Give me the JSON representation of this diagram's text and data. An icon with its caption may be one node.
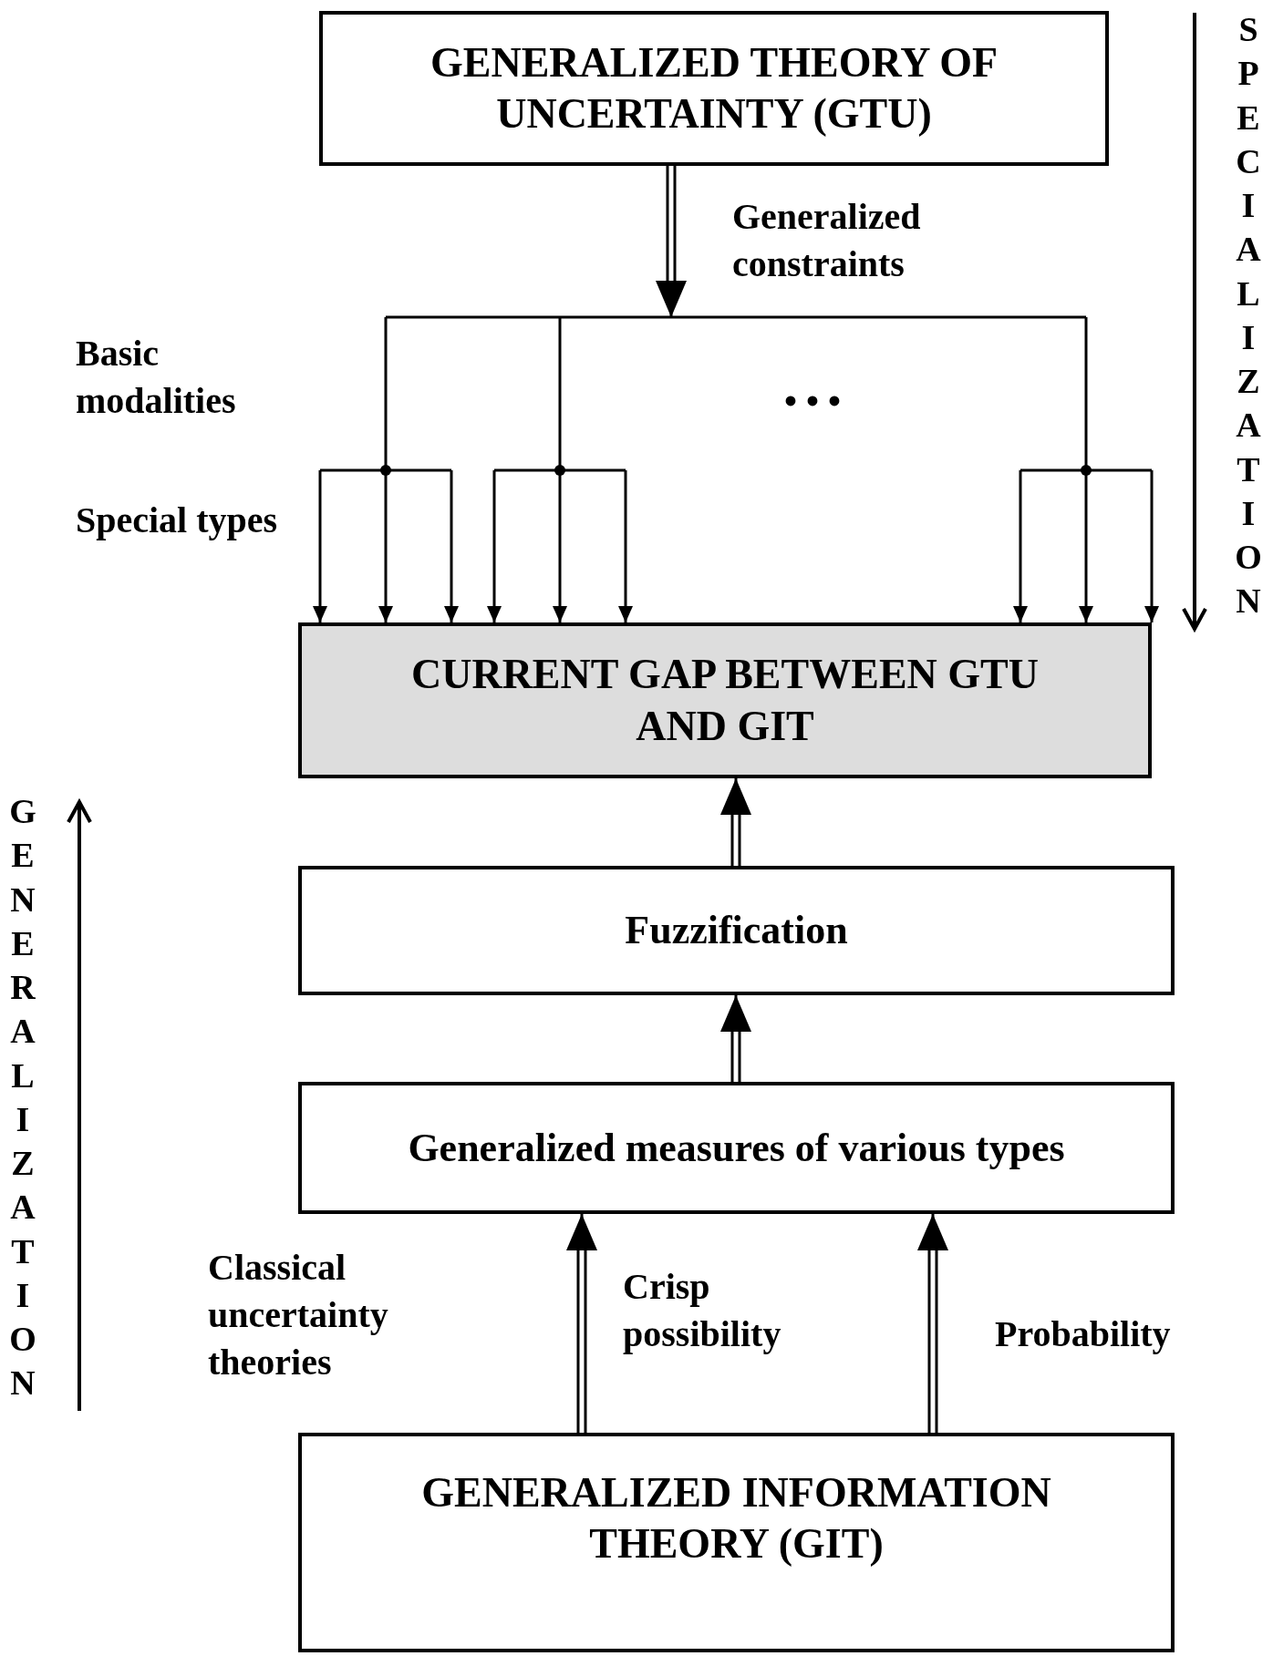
{
  "diagram": {
    "nodes": [
      {
        "text": [
          "GENERALIZED THEORY OF UNCERTAINTY (GTU)"
        ]
      },
      {
        "text": [
          "CURRENT GAP BETWEEN GTU AND GIT"
        ]
      },
      {
        "text": [
          "Fuzzification"
        ]
      },
      {
        "text": [
          "Generalized measures of various types"
        ]
      },
      {
        "text": [
          "GENERALIZED INFORMATION THEORY (GIT)"
        ]
      }
    ],
    "edges": [
      {
        "from": 0,
        "to": 1,
        "arrow": "to",
        "label": "Generalized constraints"
      },
      {
        "from": 2,
        "to": 1,
        "arrow": "to"
      },
      {
        "from": 3,
        "to": 2,
        "arrow": "to"
      },
      {
        "from": 4,
        "to": 3,
        "arrow": "to",
        "label": "Crisp possibility"
      },
      {
        "from": 4,
        "to": 3,
        "arrow": "to",
        "label": "Probability"
      }
    ],
    "labels": [
      "SPECIALIZATION",
      "Basic modalities",
      "• • •",
      "Special types",
      "GENERALIZATION",
      "Classical uncertainty theories"
    ]
  }
}
